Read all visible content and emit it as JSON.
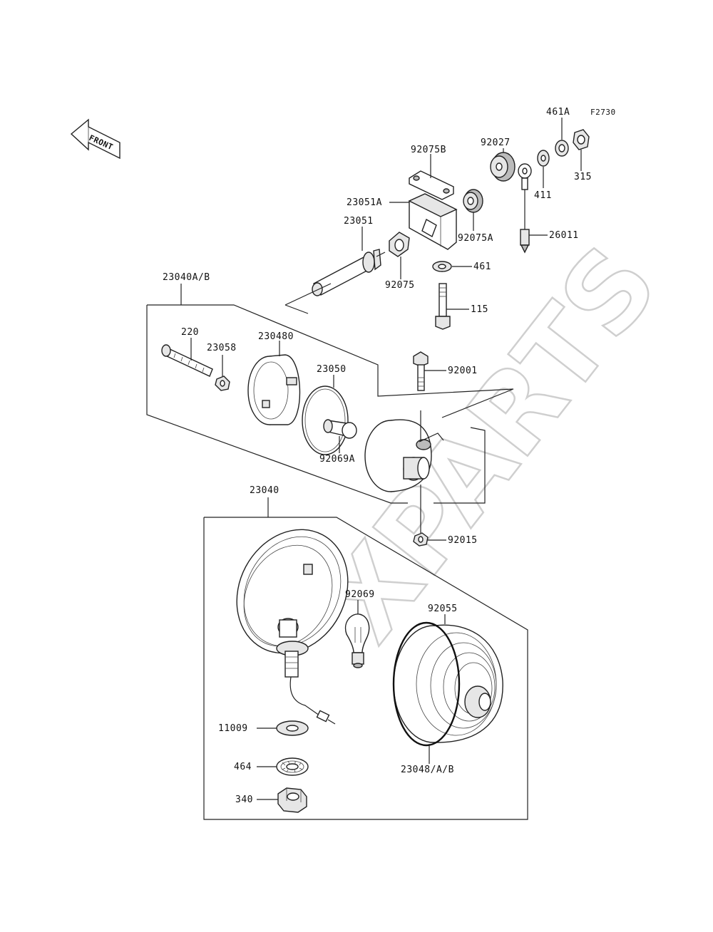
{
  "diagram": {
    "code": "F2730",
    "front_label": "FRONT",
    "watermark": "XPARTS",
    "parts": {
      "p461A": "461A",
      "p315": "315",
      "p92027": "92027",
      "p92075B": "92075B",
      "p411": "411",
      "p23051A": "23051A",
      "p26011": "26011",
      "p23051": "23051",
      "p92075A": "92075A",
      "p461": "461",
      "p92075": "92075",
      "p23040AB": "23040A/B",
      "p115": "115",
      "p220": "220",
      "p230480": "230480",
      "p23058": "23058",
      "p92001": "92001",
      "p23050": "23050",
      "p92069A": "92069A",
      "p23040": "23040",
      "p92015": "92015",
      "p92069": "92069",
      "p92055": "92055",
      "p11009": "11009",
      "p464": "464",
      "p23048AB": "23048/A/B",
      "p340": "340"
    }
  }
}
